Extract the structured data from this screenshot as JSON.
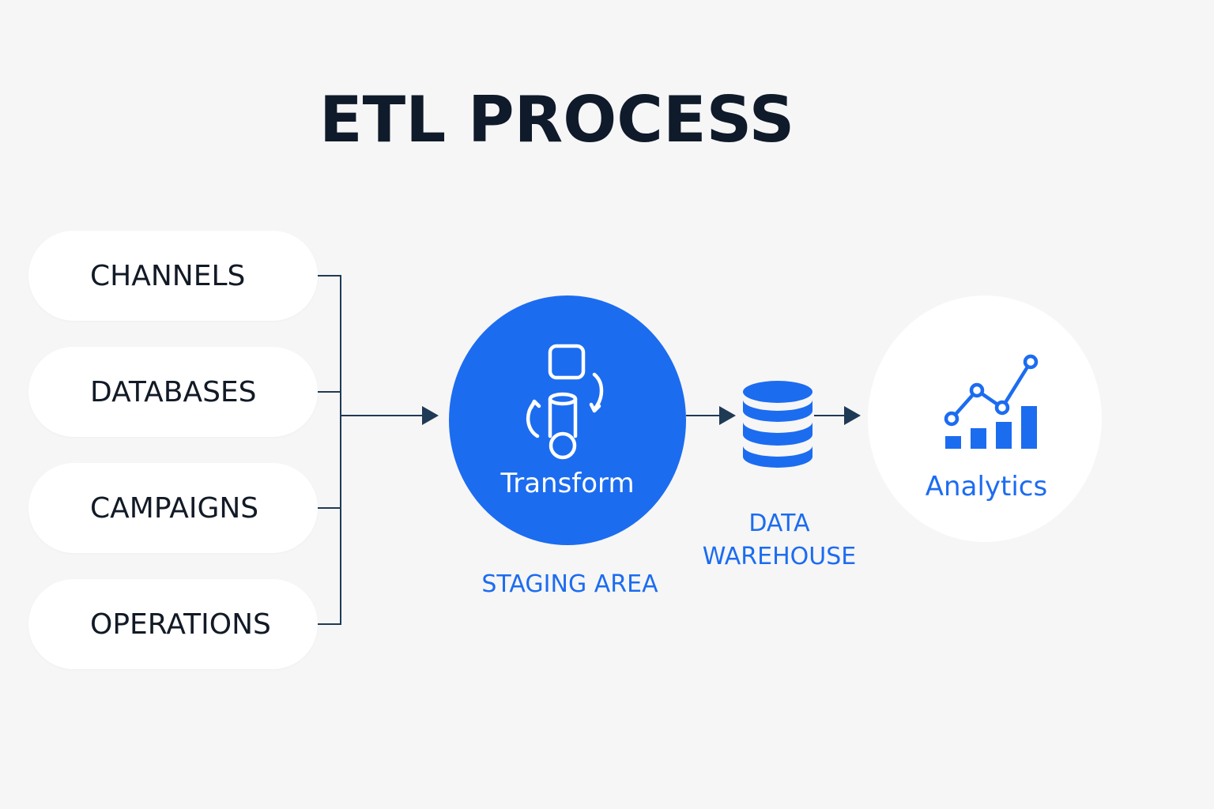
{
  "title": "ETL PROCESS",
  "sources": [
    {
      "label": "CHANNELS"
    },
    {
      "label": "DATABASES"
    },
    {
      "label": "CAMPAIGNS"
    },
    {
      "label": "OPERATIONS"
    }
  ],
  "staging": {
    "node_label": "Transform",
    "caption": "STAGING AREA",
    "icon": "transform-icon"
  },
  "warehouse": {
    "line1": "DATA",
    "line2": "WAREHOUSE",
    "icon": "database-icon"
  },
  "analytics": {
    "label": "Analytics",
    "icon": "chart-icon"
  },
  "colors": {
    "accent": "#1c6cf0",
    "title": "#0f1a2a",
    "connector": "#1f3a55",
    "background": "#f6f6f6"
  }
}
